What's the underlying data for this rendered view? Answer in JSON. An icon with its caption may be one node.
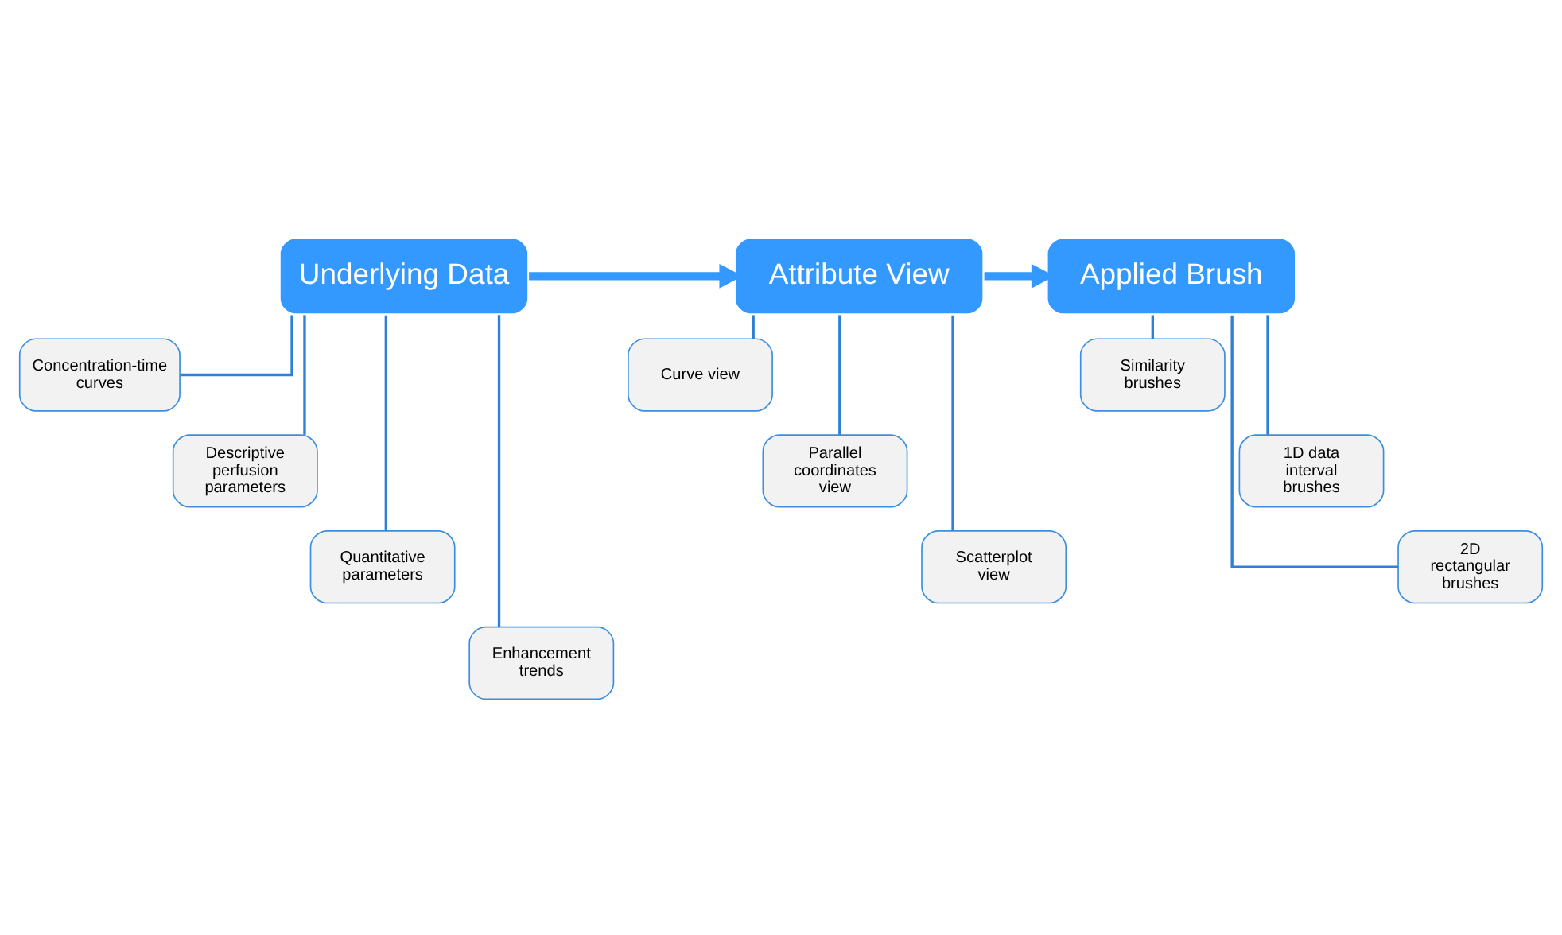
{
  "diagram": {
    "nodes": [
      {
        "text": [
          "Underlying Data"
        ]
      },
      {
        "text": [
          "Attribute View"
        ]
      },
      {
        "text": [
          "Applied Brush"
        ]
      },
      {
        "text": [
          "Concentration-time curves"
        ]
      },
      {
        "text": [
          "Descriptive perfusion parameters"
        ]
      },
      {
        "text": [
          "Quantitative parameters"
        ]
      },
      {
        "text": [
          "Enhancement trends"
        ]
      },
      {
        "text": [
          "Curve view"
        ]
      },
      {
        "text": [
          "Parallel coordinates view"
        ]
      },
      {
        "text": [
          "Scatterplot view"
        ]
      },
      {
        "text": [
          "Similarity brushes"
        ]
      },
      {
        "text": [
          "1D data interval brushes"
        ]
      },
      {
        "text": [
          "2D rectangular brushes"
        ]
      }
    ],
    "edges": [
      {
        "from": 0,
        "to": 1,
        "arrow": "to",
        "style": "thick"
      },
      {
        "from": 1,
        "to": 2,
        "arrow": "to",
        "style": "thick"
      },
      {
        "from": 0,
        "to": 3,
        "arrow": "none"
      },
      {
        "from": 0,
        "to": 4,
        "arrow": "none"
      },
      {
        "from": 0,
        "to": 5,
        "arrow": "none"
      },
      {
        "from": 0,
        "to": 6,
        "arrow": "none"
      },
      {
        "from": 1,
        "to": 7,
        "arrow": "none"
      },
      {
        "from": 1,
        "to": 8,
        "arrow": "none"
      },
      {
        "from": 1,
        "to": 9,
        "arrow": "none"
      },
      {
        "from": 2,
        "to": 10,
        "arrow": "none"
      },
      {
        "from": 2,
        "to": 11,
        "arrow": "none"
      },
      {
        "from": 2,
        "to": 12,
        "arrow": "none"
      }
    ]
  }
}
